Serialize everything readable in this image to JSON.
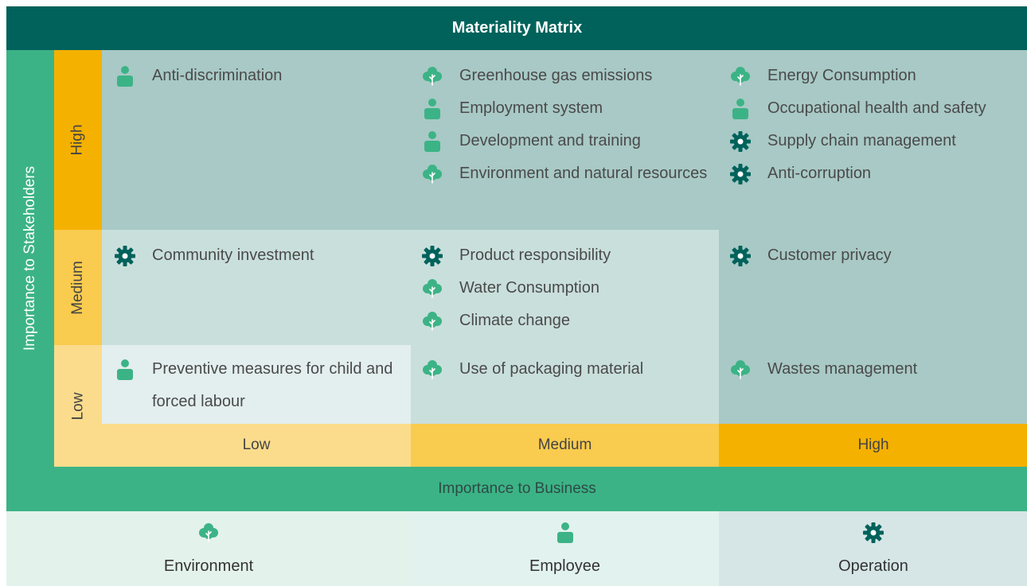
{
  "title": "Materiality Matrix",
  "y_axis_label": "Importance to Stakeholders",
  "x_axis_label": "Importance to Business",
  "levels": {
    "high": "High",
    "medium": "Medium",
    "low": "Low"
  },
  "colors": {
    "title_bg": "#00625b",
    "axis_bg": "#3cb386",
    "level_high": "#f5b100",
    "level_medium": "#f9cb4e",
    "level_low": "#fbdc8c",
    "cell_dark": "#a8c9c5",
    "cell_mid": "#c9dfdc",
    "cell_light": "#e3eeee",
    "icon_environment": "#3cb386",
    "icon_employee": "#3cb386",
    "icon_operation": "#00625b"
  },
  "matrix": {
    "high_low": [
      {
        "icon": "employee-icon",
        "text": "Anti-discrimination"
      }
    ],
    "high_medium": [
      {
        "icon": "environment-icon",
        "text": "Greenhouse gas emissions"
      },
      {
        "icon": "employee-icon",
        "text": "Employment system"
      },
      {
        "icon": "employee-icon",
        "text": "Development and training"
      },
      {
        "icon": "environment-icon",
        "text": "Environment and natural resources"
      }
    ],
    "high_high": [
      {
        "icon": "environment-icon",
        "text": "Energy Consumption"
      },
      {
        "icon": "employee-icon",
        "text": "Occupational health and safety"
      },
      {
        "icon": "operation-icon",
        "text": "Supply chain management"
      },
      {
        "icon": "operation-icon",
        "text": "Anti-corruption"
      }
    ],
    "medium_low": [
      {
        "icon": "operation-icon",
        "text": "Community investment"
      }
    ],
    "medium_medium": [
      {
        "icon": "operation-icon",
        "text": "Product responsibility"
      },
      {
        "icon": "environment-icon",
        "text": "Water Consumption"
      },
      {
        "icon": "environment-icon",
        "text": "Climate change"
      }
    ],
    "medium_high": [
      {
        "icon": "operation-icon",
        "text": "Customer privacy"
      }
    ],
    "low_low": [
      {
        "icon": "employee-icon",
        "text": "Preventive measures for child and forced labour"
      }
    ],
    "low_medium": [
      {
        "icon": "environment-icon",
        "text": "Use of packaging material"
      }
    ],
    "low_high": [
      {
        "icon": "environment-icon",
        "text": "Wastes management"
      }
    ]
  },
  "legend": [
    {
      "icon": "environment-icon",
      "label": "Environment"
    },
    {
      "icon": "employee-icon",
      "label": "Employee"
    },
    {
      "icon": "operation-icon",
      "label": "Operation"
    }
  ]
}
